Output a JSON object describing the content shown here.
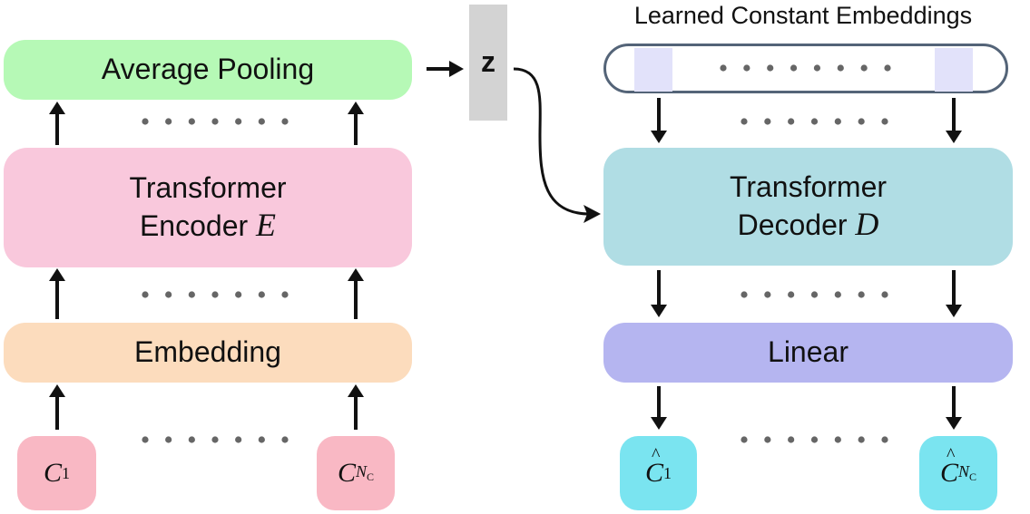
{
  "encoder": {
    "pooling_label": "Average Pooling",
    "transformer_label_line1": "Transformer",
    "transformer_label_line2": "Encoder",
    "transformer_symbol": "E",
    "embedding_label": "Embedding",
    "input_first_base": "C",
    "input_first_sub": "1",
    "input_last_base": "C",
    "input_last_sub_base": "N",
    "input_last_sub_sub": "C"
  },
  "latent": {
    "label": "z"
  },
  "decoder": {
    "constants_title": "Learned Constant Embeddings",
    "transformer_label_line1": "Transformer",
    "transformer_label_line2": "Decoder",
    "transformer_symbol": "D",
    "linear_label": "Linear",
    "output_first_base": "C",
    "output_first_sub": "1",
    "output_last_base": "C",
    "output_last_sub_base": "N",
    "output_last_sub_sub": "C"
  },
  "colors": {
    "pooling": "#b6f9b6",
    "encoder": "#f9c8dc",
    "embedding": "#fcdcbd",
    "input_tokens": "#f9b8c4",
    "latent_bar": "#d3d3d3",
    "decoder": "#b0dde4",
    "linear": "#b5b5f0",
    "output_tokens": "#7ae4f0",
    "constant_cell": "#e2e2fa",
    "constants_border": "#546478",
    "arrow": "#111111",
    "dots": "#666666"
  }
}
